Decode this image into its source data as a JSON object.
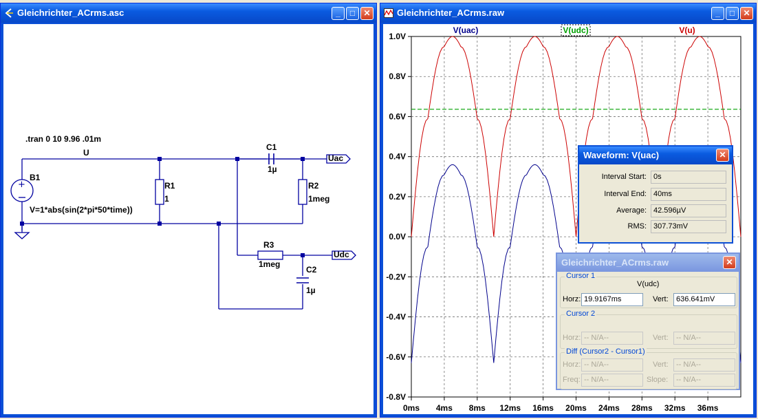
{
  "schematic_window": {
    "title": "Gleichrichter_ACrms.asc",
    "directive": ".tran 0 10 9.96 .01m",
    "net_u": "U",
    "source_name": "B1",
    "source_value": "V=1*abs(sin(2*pi*50*time))",
    "r1_name": "R1",
    "r1_value": "1",
    "c1_name": "C1",
    "c1_value": "1µ",
    "r2_name": "R2",
    "r2_value": "1meg",
    "r3_name": "R3",
    "r3_value": "1meg",
    "c2_name": "C2",
    "c2_value": "1µ",
    "port_uac": "Uac",
    "port_udc": "Udc"
  },
  "waveform_window": {
    "title": "Gleichrichter_ACrms.raw",
    "trace_labels": {
      "uac": "V(uac)",
      "udc": "V(udc)",
      "u": "V(u)"
    },
    "colors": {
      "uac": "#00008b",
      "udc": "#00a000",
      "u": "#cc0000"
    }
  },
  "chart_data": {
    "type": "line",
    "xlabel": "",
    "ylabel": "",
    "x_ticks": [
      "0ms",
      "4ms",
      "8ms",
      "12ms",
      "16ms",
      "20ms",
      "24ms",
      "28ms",
      "32ms",
      "36ms"
    ],
    "y_ticks": [
      "1.0V",
      "0.8V",
      "0.6V",
      "0.4V",
      "0.2V",
      "0.0V",
      "-0.2V",
      "-0.4V",
      "-0.6V",
      "-0.8V"
    ],
    "xlim_ms": [
      0,
      40
    ],
    "ylim_V": [
      -0.8,
      1.0
    ],
    "grid": true,
    "series": [
      {
        "name": "V(u)",
        "x_ms": [
          0,
          2,
          4,
          5,
          6,
          8,
          10,
          12,
          14,
          15,
          16,
          18,
          20,
          22,
          24,
          25,
          26,
          28,
          30,
          32,
          34,
          35,
          36,
          38,
          40
        ],
        "y_V": [
          0.0,
          0.59,
          0.95,
          1.0,
          0.95,
          0.59,
          0.0,
          0.59,
          0.95,
          1.0,
          0.95,
          0.59,
          0.0,
          0.59,
          0.95,
          1.0,
          0.95,
          0.59,
          0.0,
          0.59,
          0.95,
          1.0,
          0.95,
          0.59,
          0.0
        ]
      },
      {
        "name": "V(uac)",
        "x_ms": [
          0,
          2,
          4,
          5,
          6,
          8,
          10,
          12,
          14,
          15,
          16,
          18,
          20,
          22,
          24,
          25,
          26,
          28,
          30,
          32,
          34,
          35,
          36,
          38,
          40
        ],
        "y_V": [
          -0.63,
          -0.05,
          0.31,
          0.36,
          0.31,
          -0.05,
          -0.63,
          -0.05,
          0.31,
          0.36,
          0.31,
          -0.05,
          -0.63,
          -0.05,
          0.31,
          0.36,
          0.31,
          -0.05,
          -0.63,
          -0.05,
          0.31,
          0.36,
          0.31,
          -0.05,
          -0.63
        ]
      },
      {
        "name": "V(udc)",
        "x_ms": [
          0,
          40
        ],
        "y_V": [
          0.6366,
          0.6366
        ]
      }
    ]
  },
  "waveform_dialog": {
    "title": "Waveform: V(uac)",
    "interval_start_label": "Interval Start:",
    "interval_start": "0s",
    "interval_end_label": "Interval End:",
    "interval_end": "40ms",
    "average_label": "Average:",
    "average": "42.596µV",
    "rms_label": "RMS:",
    "rms": "307.73mV"
  },
  "cursor_dialog": {
    "title": "Gleichrichter_ACrms.raw",
    "cursor1_group": "Cursor 1",
    "cursor1_trace": "V(udc)",
    "horz_label": "Horz:",
    "vert_label": "Vert:",
    "cursor1_horz": "19.9167ms",
    "cursor1_vert": "636.641mV",
    "cursor2_group": "Cursor 2",
    "cursor2_horz": "-- N/A--",
    "cursor2_vert": "-- N/A--",
    "diff_group": "Diff (Cursor2 - Cursor1)",
    "diff_horz": "-- N/A--",
    "diff_vert": "-- N/A--",
    "freq_label": "Freq:",
    "slope_label": "Slope:",
    "diff_freq": "-- N/A--",
    "diff_slope": "-- N/A--"
  }
}
